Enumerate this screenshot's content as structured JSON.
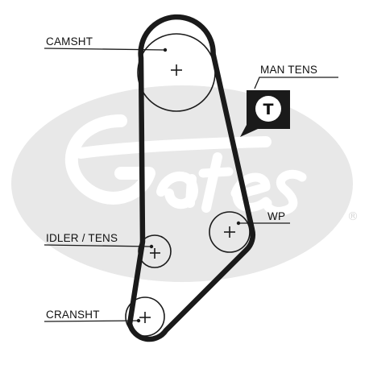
{
  "labels": {
    "camshaft": "CAMSHT",
    "manual_tensioner": "MAN TENS",
    "water_pump": "WP",
    "idler_tensioner": "IDLER / TENS",
    "crankshaft": "CRANSHT"
  },
  "tensioner_glyph": "T",
  "watermark": {
    "brand": "Gates",
    "registered_mark": "®"
  },
  "colors": {
    "belt": "#1a1a1a",
    "watermark": "#e6e6e6",
    "text": "#111111",
    "badge_fill": "#1a1a1a",
    "badge_inner": "#ffffff"
  },
  "icons": {
    "pulley_center": "plus-icon",
    "tensioner_badge": "t-circle-icon"
  }
}
